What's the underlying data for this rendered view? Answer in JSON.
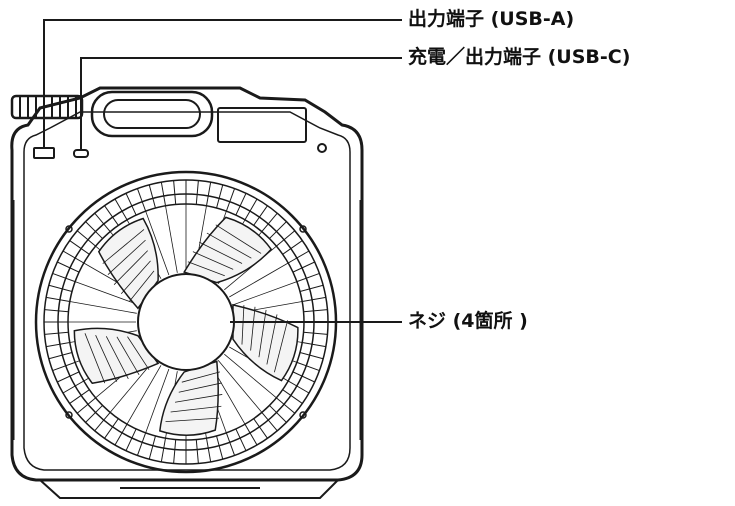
{
  "callouts": {
    "usb_a": "出力端子 (USB-A)",
    "usb_c": "充電／出力端子 (USB-C)",
    "screws": "ネジ (4箇所 )"
  },
  "colors": {
    "stroke": "#1a1a1a",
    "background": "#ffffff"
  }
}
